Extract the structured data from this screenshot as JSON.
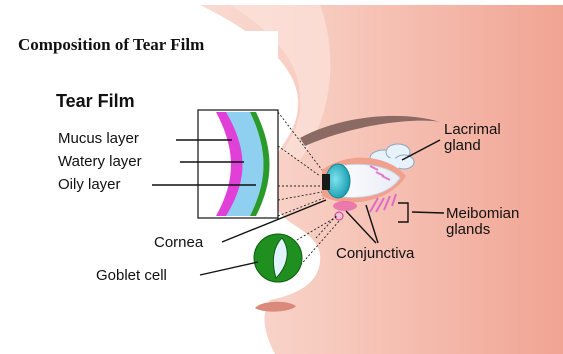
{
  "title": "Composition of Tear Film",
  "heading": "Tear Film",
  "labels": {
    "mucus_layer": "Mucus layer",
    "watery_layer": "Watery layer",
    "oily_layer": "Oily layer",
    "cornea": "Cornea",
    "goblet_cell": "Goblet cell",
    "lacrimal_gland": "Lacrimal gland",
    "meibomian_glands": "Meibomian glands",
    "conjunctiva": "Conjunctiva"
  },
  "colors": {
    "skin": "#f3b7a7",
    "skin_light": "#fbe9e4",
    "mucus": "#e040d8",
    "watery": "#8fd0f0",
    "oily": "#2a9a2a",
    "iris": "#2ab7c6",
    "goblet_outer": "#1f8f1f",
    "goblet_inner": "#dff4ff",
    "title_box": "#ffffff"
  }
}
